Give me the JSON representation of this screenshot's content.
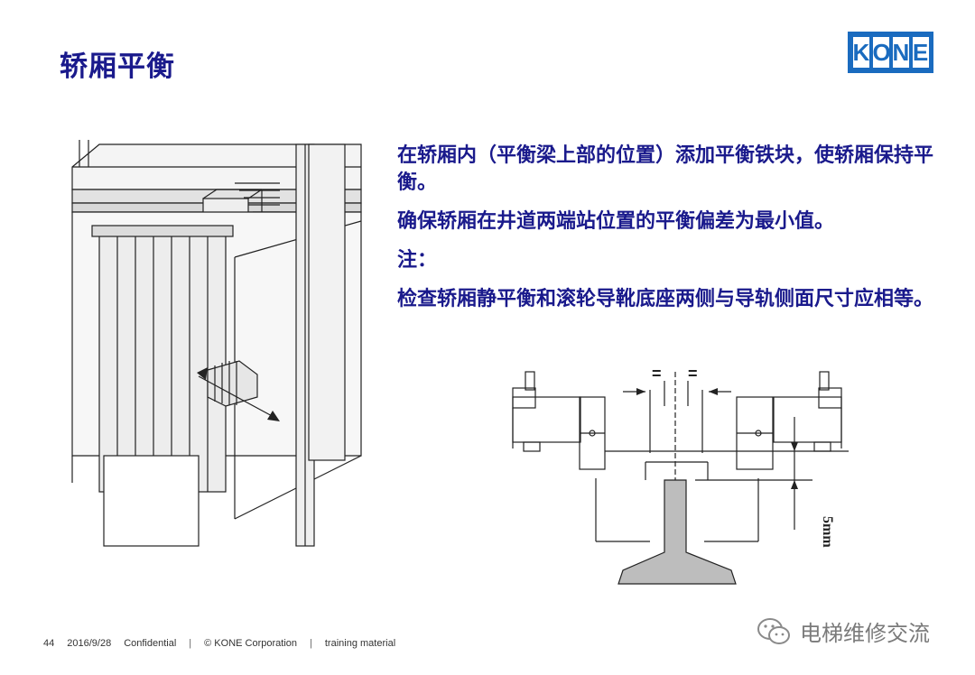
{
  "header": {
    "title": "轿厢平衡",
    "logo_text": "KONE"
  },
  "body": {
    "paragraphs": [
      "在轿厢内（平衡梁上部的位置）添加平衡铁块，使轿厢保持平衡。",
      "确保轿厢在井道两端站位置的平衡偏差为最小值。",
      "注：",
      "检查轿厢静平衡和滚轮导靴底座两侧与导轨侧面尺寸应相等。"
    ]
  },
  "diagram": {
    "equal_mark_left": "=",
    "equal_mark_right": "=",
    "dimension_label": "5mm"
  },
  "footer": {
    "page_number": "44",
    "date": "2016/9/28",
    "confidentiality": "Confidential",
    "separator": "|",
    "copyright": "© KONE Corporation",
    "material": "training material"
  },
  "watermark": {
    "text": "电梯维修交流",
    "icon": "wechat-icon"
  },
  "colors": {
    "title": "#1a1a8c",
    "logo_bg": "#1a6bbf"
  }
}
